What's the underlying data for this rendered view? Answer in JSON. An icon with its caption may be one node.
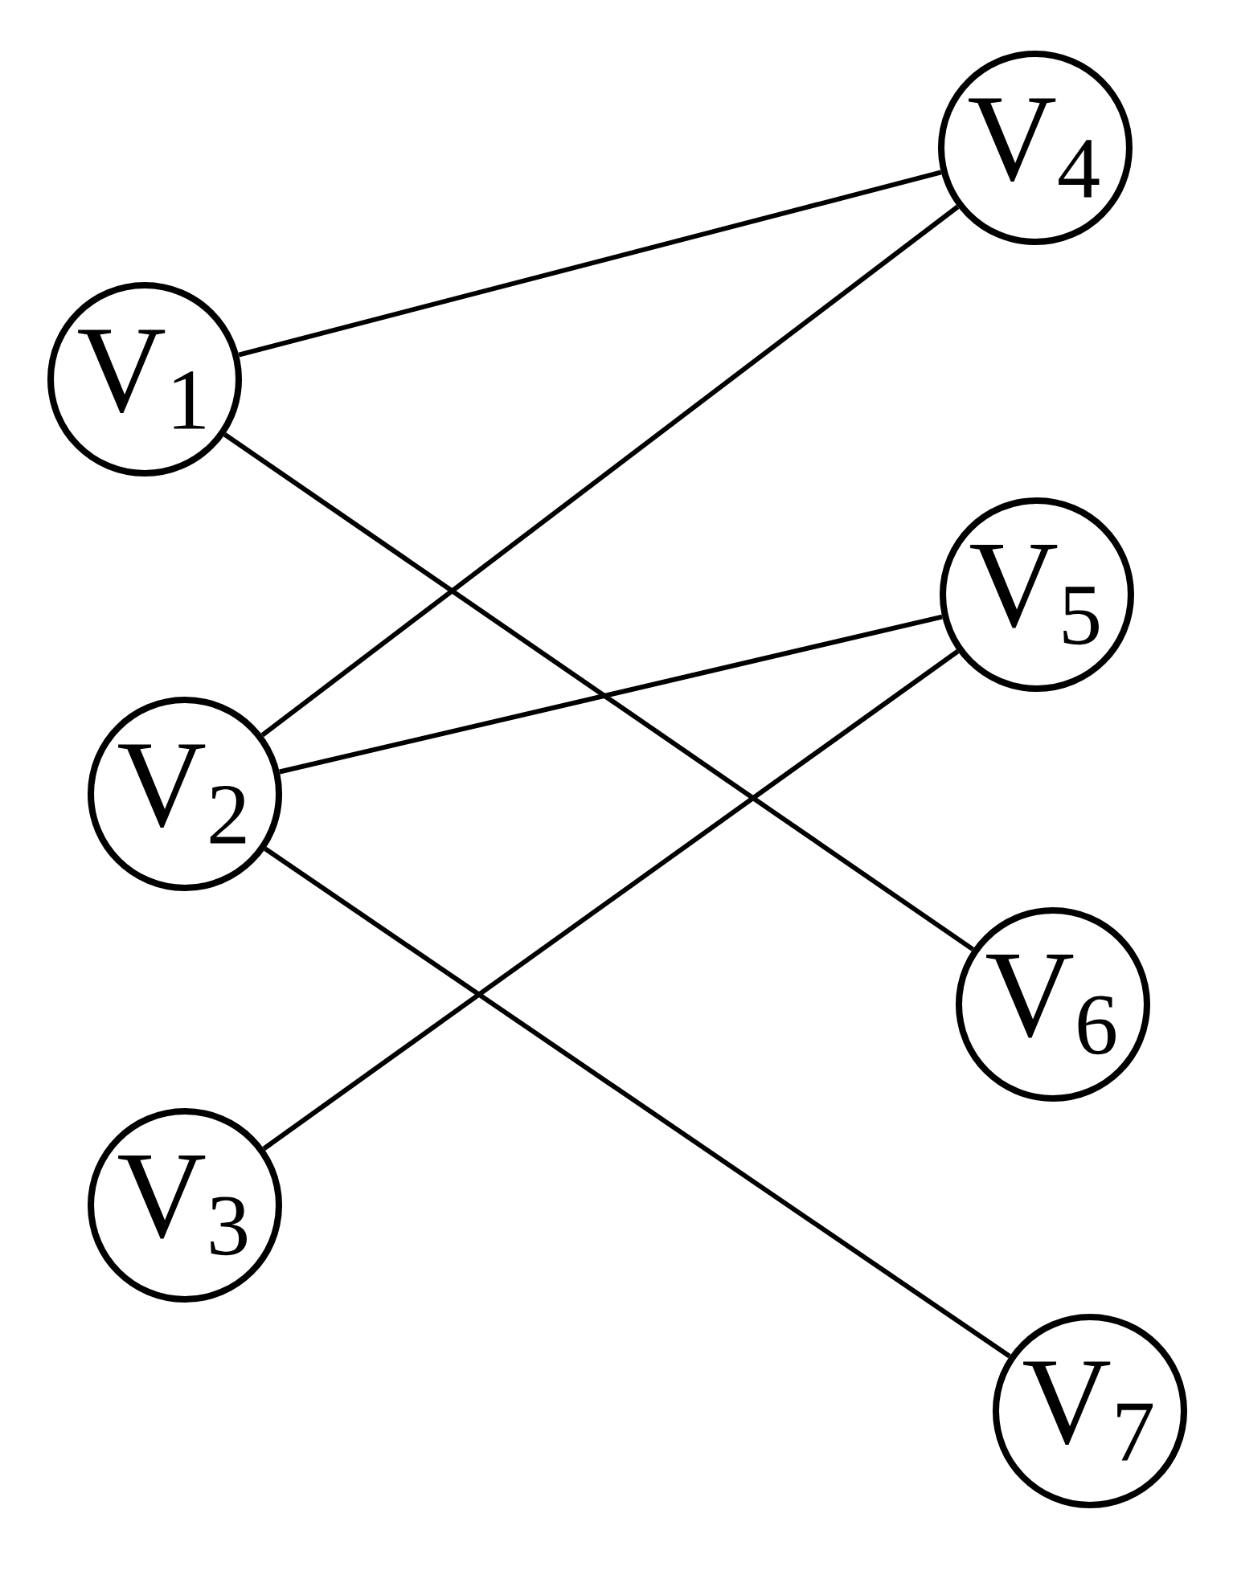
{
  "diagram": {
    "nodes": [
      {
        "text": [
          "V$_{1}$"
        ]
      },
      {
        "text": [
          "V$_{2}$"
        ]
      },
      {
        "text": [
          "V$_{3}$"
        ]
      },
      {
        "text": [
          "V$_{4}$"
        ]
      },
      {
        "text": [
          "V$_{5}$"
        ]
      },
      {
        "text": [
          "V$_{6}$"
        ]
      },
      {
        "text": [
          "V$_{7}$"
        ]
      }
    ],
    "edges": [
      {
        "from": 0,
        "to": 3,
        "arrow": "none"
      },
      {
        "from": 0,
        "to": 5,
        "arrow": "none"
      },
      {
        "from": 1,
        "to": 3,
        "arrow": "none"
      },
      {
        "from": 1,
        "to": 4,
        "arrow": "none"
      },
      {
        "from": 1,
        "to": 6,
        "arrow": "none"
      },
      {
        "from": 2,
        "to": 4,
        "arrow": "none"
      }
    ]
  }
}
